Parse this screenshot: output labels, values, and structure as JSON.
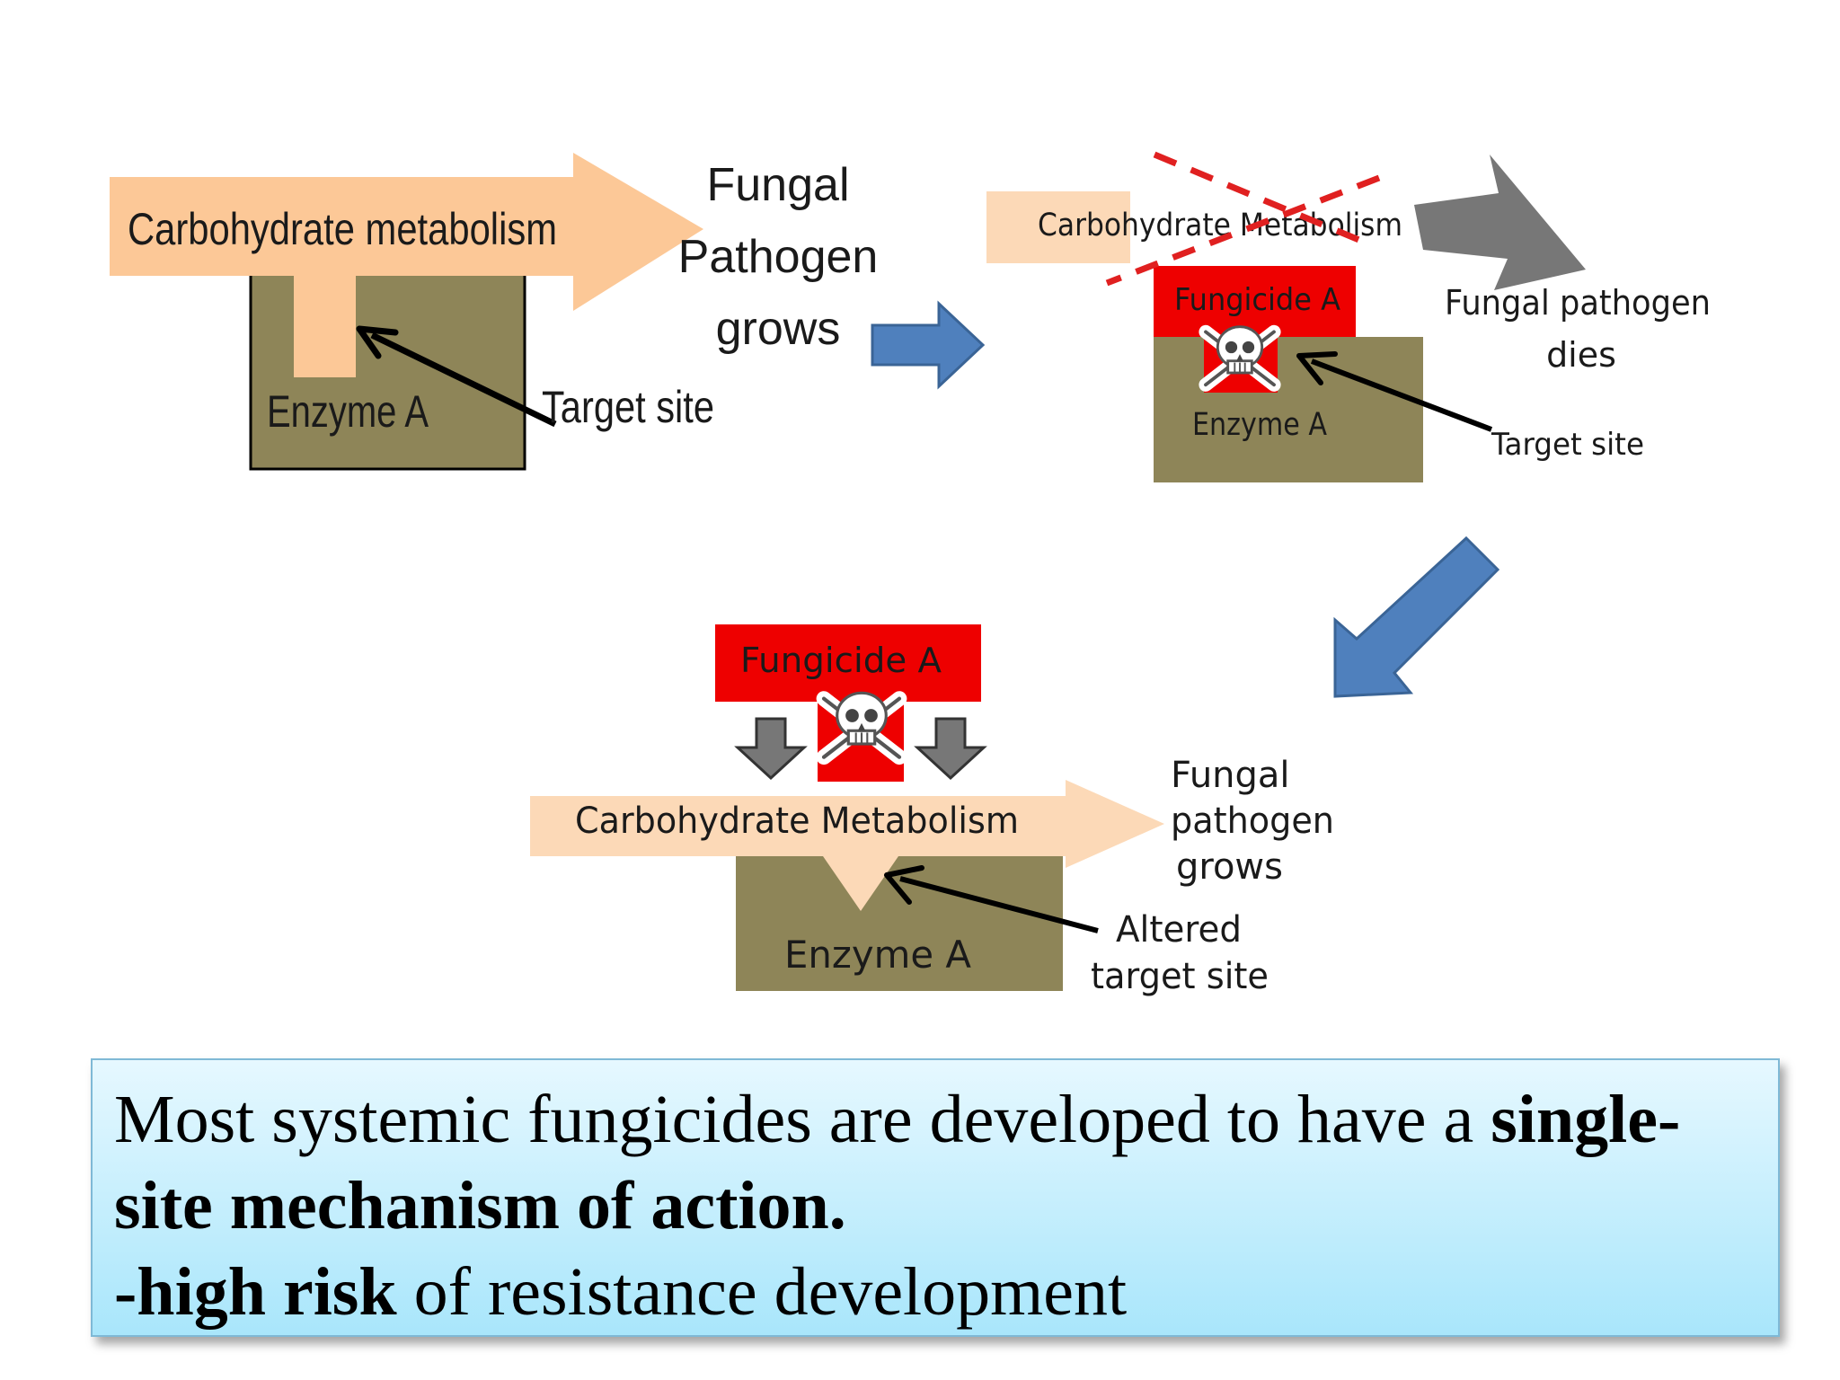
{
  "panel1": {
    "metabolism": "Carbohydrate metabolism",
    "enzyme": "Enzyme A",
    "target": "Target site",
    "outcome": [
      "Fungal",
      "Pathogen",
      "grows"
    ]
  },
  "panel2": {
    "metabolism": "Carbohydrate Metabolism",
    "fungicide": "Fungicide  A",
    "enzyme": "Enzyme A",
    "target": "Target site",
    "outcome": [
      "Fungal pathogen",
      "dies"
    ]
  },
  "panel3": {
    "fungicide": "Fungicide  A",
    "metabolism": "Carbohydrate Metabolism",
    "enzyme": "Enzyme A",
    "target": [
      "Altered",
      "target site"
    ],
    "outcome": [
      "Fungal",
      "pathogen",
      "grows"
    ]
  },
  "note": {
    "line1_plain": "Most systemic fungicides are developed to have a ",
    "line1_bold": "single-",
    "line2_bold": "site mechanism of action.",
    "line3_bold": "-high risk",
    "line3_plain": " of resistance development"
  },
  "colors": {
    "enzyme": "#8e8558",
    "metabolism": "#fcc897",
    "metabolism_faded": "#fcd9b7",
    "fungicide": "#ee0000",
    "blue_arrow": "#4f80bd",
    "gray_arrow": "#777777",
    "cross": "#e02020"
  },
  "icons": [
    "skull-crossbones-icon"
  ]
}
